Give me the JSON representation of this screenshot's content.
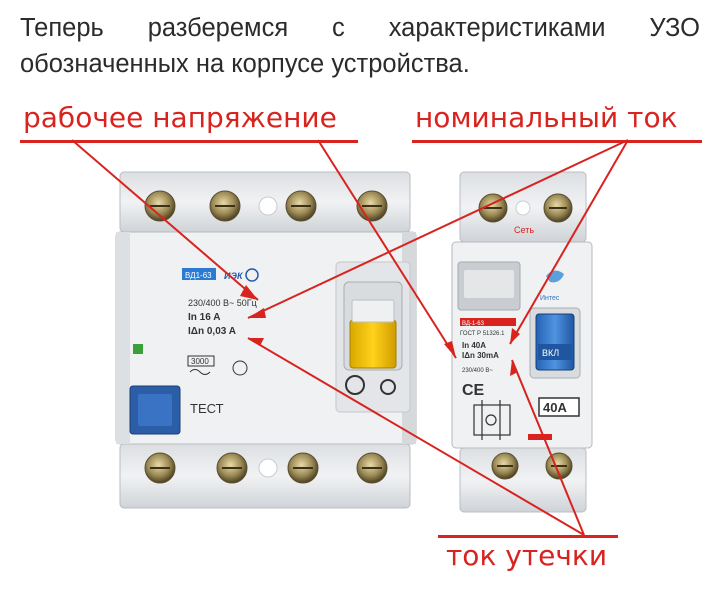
{
  "intro": {
    "line1": "Теперь разберемся с характеристиками УЗО",
    "line2": "обозначенных на корпусе устройства."
  },
  "labels": {
    "voltage": "рабочее напряжение",
    "current": "номинальный ток",
    "leakage": "ток утечки"
  },
  "device_left": {
    "model": "ВД1-63",
    "brand": "ИЭК",
    "voltage_line": "230/400 В~ 50Гц",
    "in_line": "In  16  A",
    "idn_line": "IΔn 0,03 A",
    "code": "3000",
    "test_label": "ТЕСТ"
  },
  "device_right": {
    "model": "ВД-1-63",
    "std": "ГОСТ Р 51326.1",
    "in_line": "In  40A",
    "idn_line": "IΔn  30mA",
    "serial": "230/400 В~",
    "brand": "Интес",
    "on_label": "ВКЛ",
    "rating": "40A",
    "net_label": "Сеть"
  },
  "colors": {
    "accent": "#d8231f",
    "text": "#2b2b2b",
    "housing": "#eceef0",
    "handle_yellow": "#f4c400",
    "handle_blue": "#2f74c8",
    "test_button": "#2c5ea8"
  }
}
